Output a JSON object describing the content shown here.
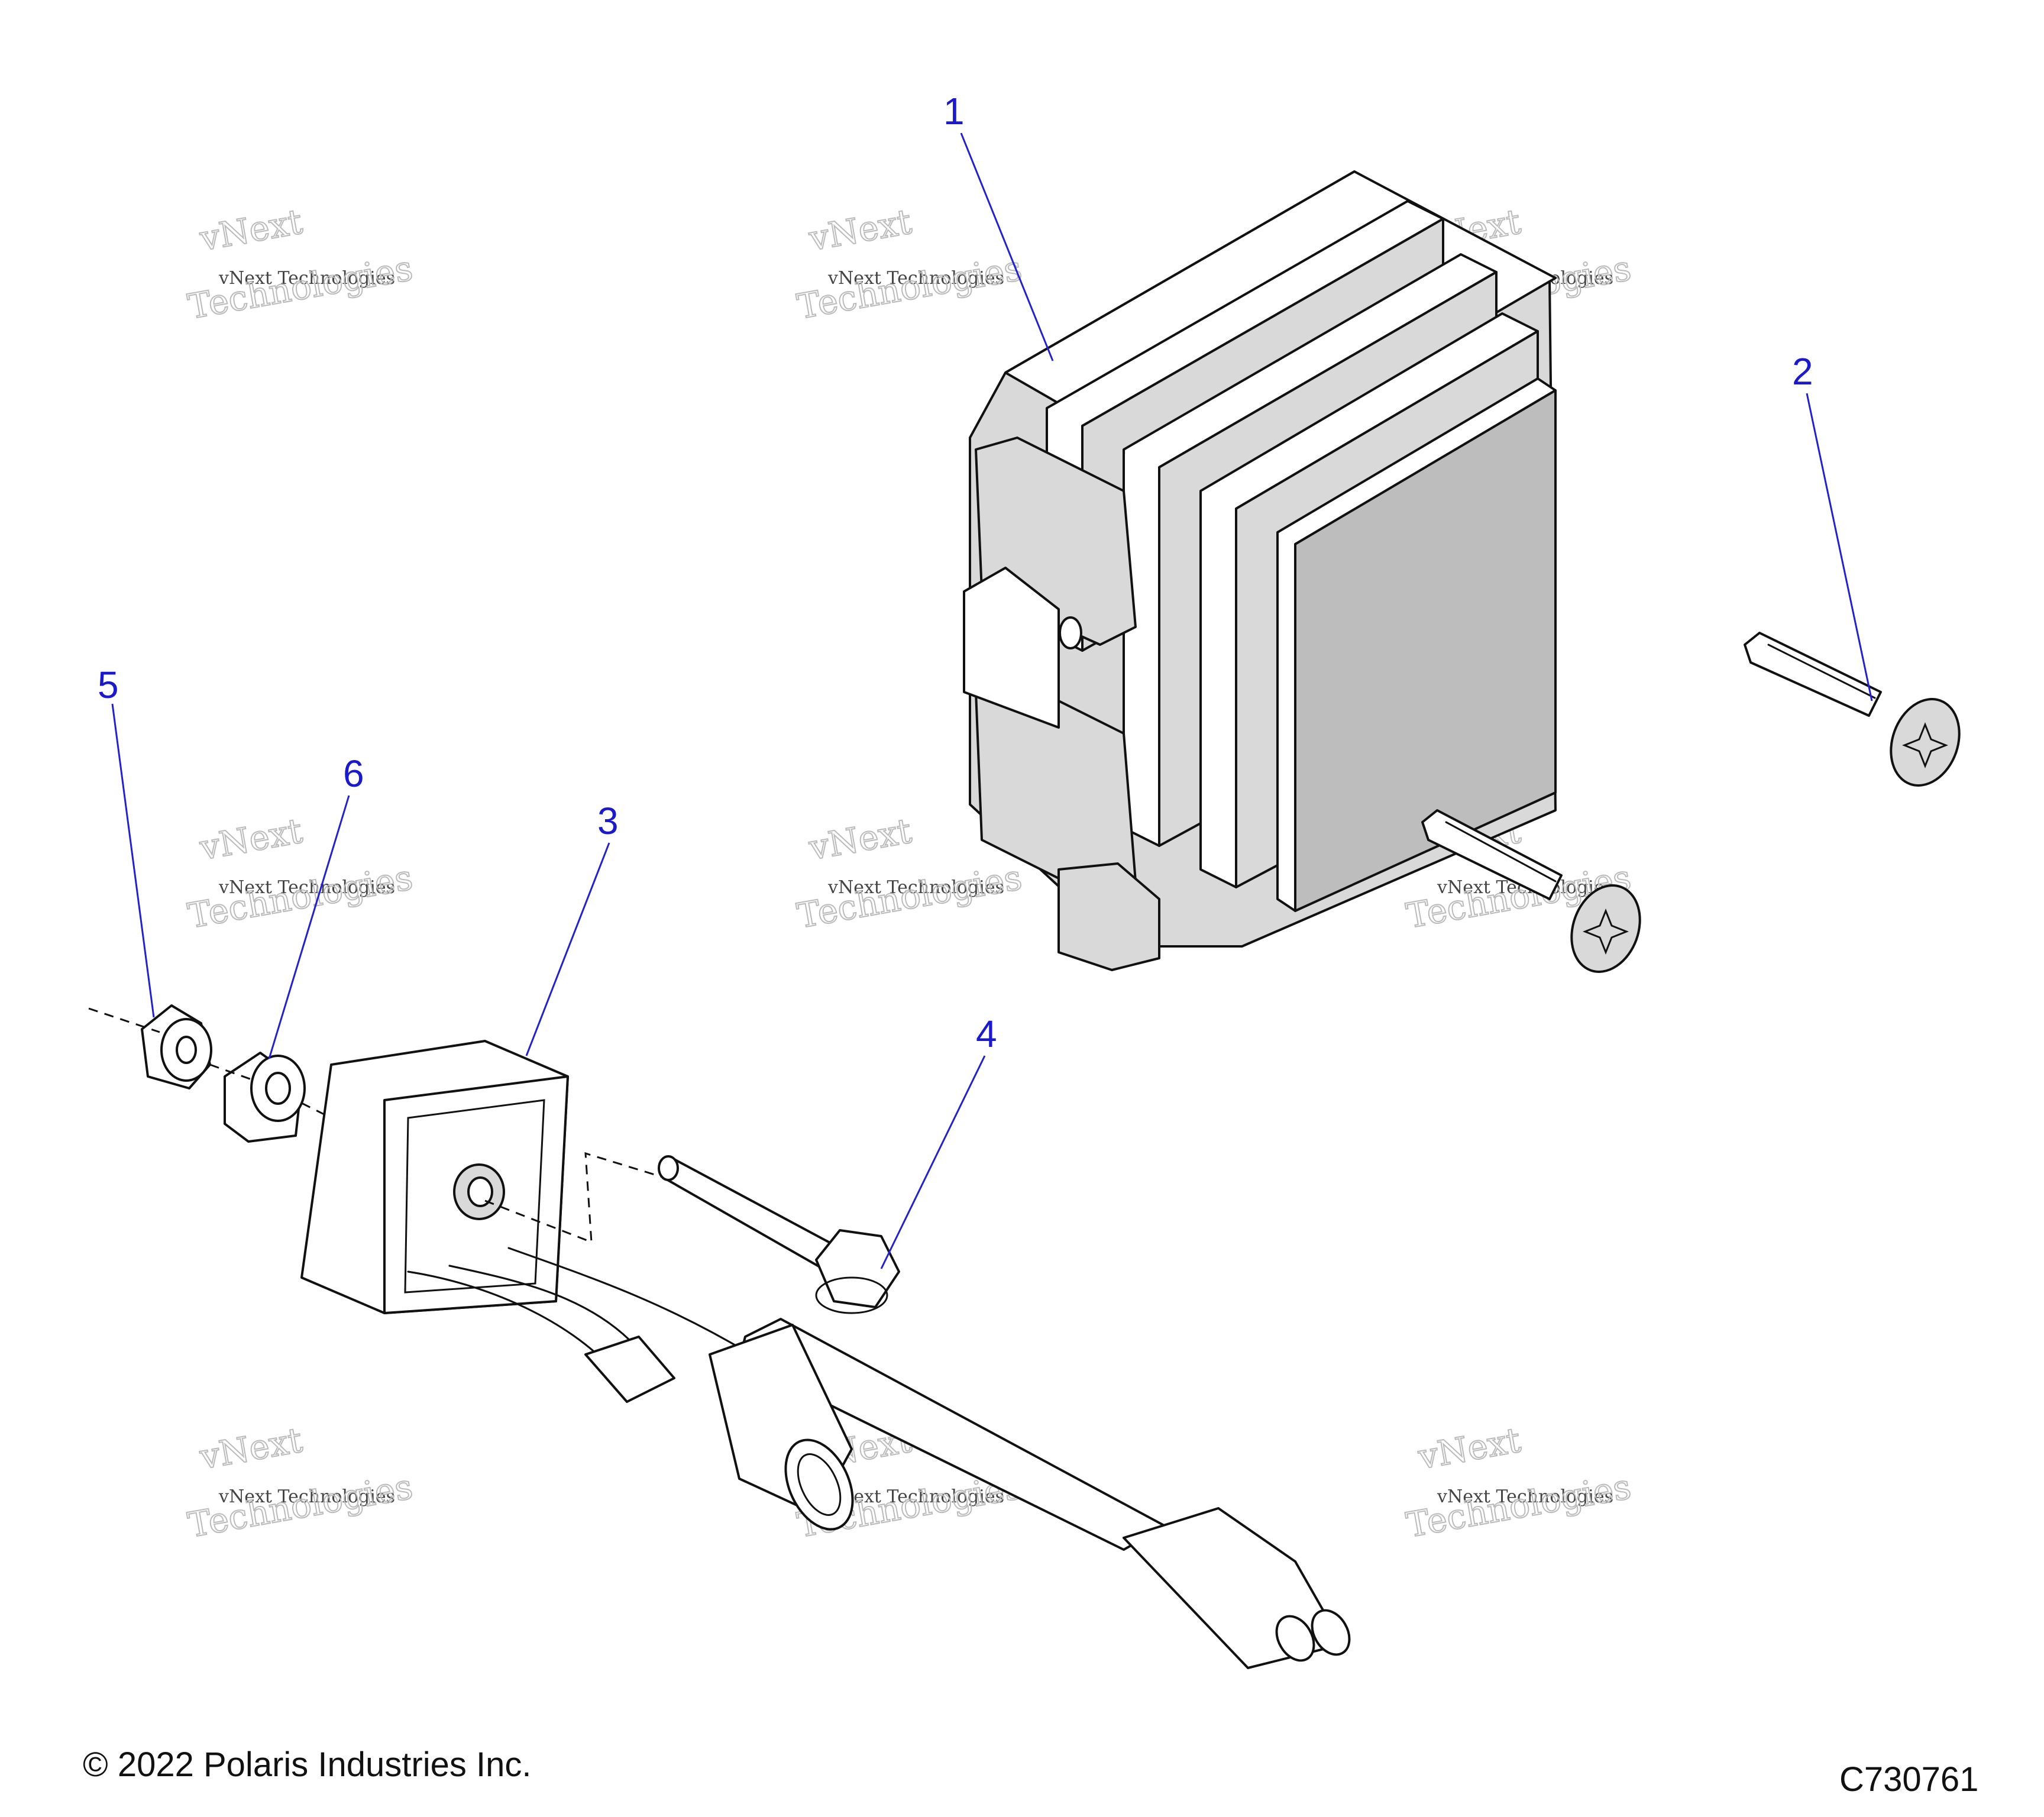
{
  "callouts": [
    "1",
    "2",
    "3",
    "4",
    "5",
    "6"
  ],
  "watermark": {
    "line1": "vNext",
    "line2": "vNext Technologies",
    "line3": "Technologies"
  },
  "footer": {
    "copyright": "© 2022 Polaris Industries Inc.",
    "diagram_code": "C730761"
  }
}
